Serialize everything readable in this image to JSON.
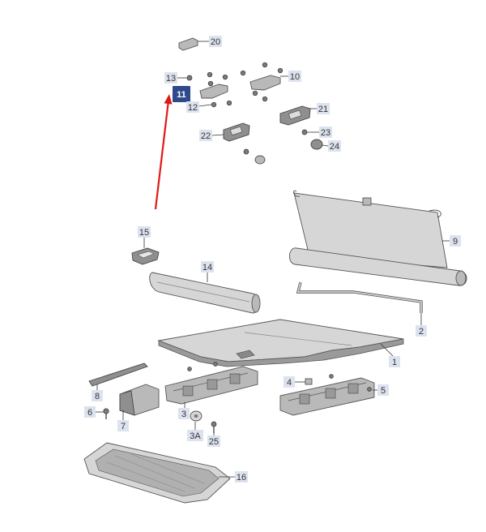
{
  "labels": {
    "p20": "20",
    "p13": "13",
    "p11": "11",
    "p10": "10",
    "p12": "12",
    "p21": "21",
    "p22": "22",
    "p23": "23",
    "p24": "24",
    "p9": "9",
    "p15": "15",
    "p14": "14",
    "p2": "2",
    "p1": "1",
    "p4": "4",
    "p5": "5",
    "p8": "8",
    "p6": "6",
    "p7": "7",
    "p3": "3",
    "p3a": "3A",
    "p25": "25",
    "p16": "16"
  },
  "highlight_color": "#2f4a8a",
  "arrow_color": "#e01818"
}
